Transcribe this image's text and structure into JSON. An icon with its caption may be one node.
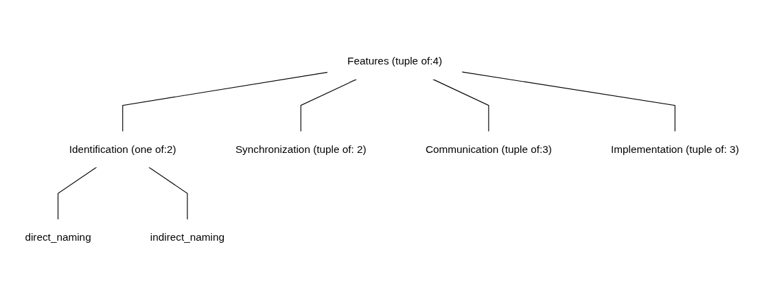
{
  "diagram": {
    "nodes": [
      {
        "text": [
          "Features (tuple of:4)"
        ]
      },
      {
        "text": [
          "Identification (one of:2)"
        ]
      },
      {
        "text": [
          "Synchronization (tuple of: 2)"
        ]
      },
      {
        "text": [
          "Communication (tuple of:3)"
        ]
      },
      {
        "text": [
          "Implementation (tuple of: 3)"
        ]
      },
      {
        "text": [
          "direct_naming"
        ]
      },
      {
        "text": [
          "indirect_naming"
        ]
      }
    ],
    "edges": [
      {
        "from": 0,
        "to": 1,
        "arrow": "none"
      },
      {
        "from": 0,
        "to": 2,
        "arrow": "none"
      },
      {
        "from": 0,
        "to": 3,
        "arrow": "none"
      },
      {
        "from": 0,
        "to": 4,
        "arrow": "none"
      },
      {
        "from": 1,
        "to": 5,
        "arrow": "none"
      },
      {
        "from": 1,
        "to": 6,
        "arrow": "none"
      }
    ]
  }
}
